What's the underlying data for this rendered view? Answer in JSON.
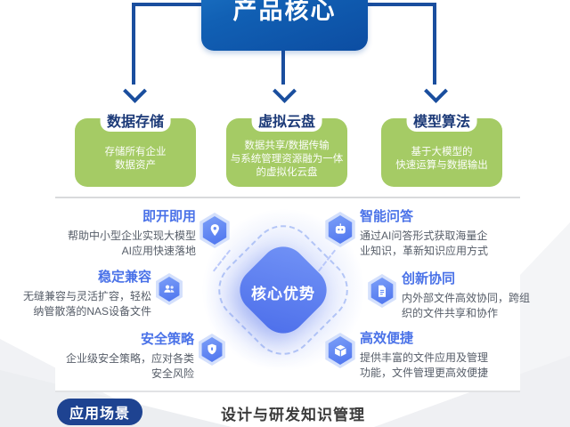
{
  "top": {
    "title": "产品核心"
  },
  "columns": [
    {
      "title": "数据存储",
      "desc": "存储所有企业\n数据资产"
    },
    {
      "title": "虚拟云盘",
      "desc": "数据共享/数据传输\n与系统管理资源融为一体\n的虚拟化云盘"
    },
    {
      "title": "模型算法",
      "desc": "基于大模型的\n快速运算与数据输出"
    }
  ],
  "core": {
    "label": "核心优势"
  },
  "advantages": {
    "left": [
      {
        "title": "即开即用",
        "desc": "帮助中小型企业实现大模型\nAI应用快速落地",
        "icon": "pin-icon"
      },
      {
        "title": "稳定兼容",
        "desc": "无缝兼容与灵活扩容，轻松\n纳管散落的NAS设备文件",
        "icon": "users-icon"
      },
      {
        "title": "安全策略",
        "desc": "企业级安全策略，应对各类\n安全风险",
        "icon": "shield-icon"
      }
    ],
    "right": [
      {
        "title": "智能问答",
        "desc": "通过AI问答形式获取海量企\n业知识，革新知识应用方式",
        "icon": "robot-icon"
      },
      {
        "title": "创新协同",
        "desc": "内外部文件高效协同，跨组\n织的文件共享和协作",
        "icon": "document-icon"
      },
      {
        "title": "高效便捷",
        "desc": "提供丰富的文件应用及管理\n功能，文件管理更高效便捷",
        "icon": "package-icon"
      }
    ]
  },
  "footer": {
    "badge": "应用场景",
    "title": "设计与研发知识管理"
  },
  "colors": {
    "top_box_blue": "#0c4da2",
    "connector_blue": "#1a4e9e",
    "heading_navy": "#1c3a78",
    "card_green": "#a5cb65",
    "accent_blue": "#4a72e8",
    "hex_blue": "#5b86f5",
    "badge_navy": "#1e4391",
    "desc_gray": "#565d68"
  }
}
